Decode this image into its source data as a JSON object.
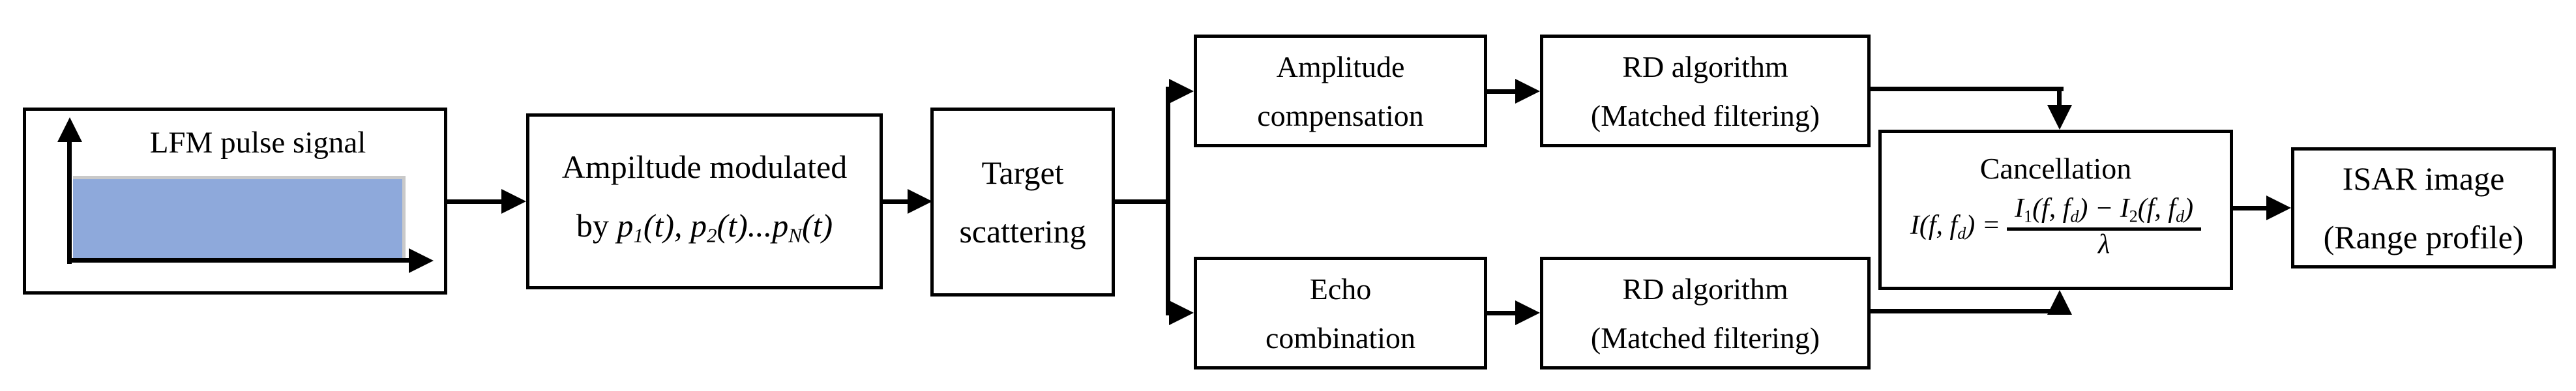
{
  "colors": {
    "line": "#000000",
    "pulse_fill": "#8EA9DB",
    "pulse_edge": "#C9C9C9"
  },
  "boxes": {
    "lfm": {
      "label": "LFM pulse signal"
    },
    "modulated": {
      "line1": "Ampiltude modulated",
      "m_by": "by ",
      "m_p1": "p",
      "m_s1": "1",
      "m_t1": "(t), ",
      "m_p2": "p",
      "m_s2": "2",
      "m_t2": "(t)...",
      "m_p3": "p",
      "m_s3": "N",
      "m_t3": "(t)"
    },
    "target": {
      "line1": "Target",
      "line2": "scattering"
    },
    "amplitude_compensation": {
      "line1": "Amplitude",
      "line2": "compensation"
    },
    "rd_algorithm_top": {
      "line1": "RD algorithm",
      "line2": "(Matched filtering)"
    },
    "echo_combination": {
      "line1": "Echo",
      "line2": "combination"
    },
    "rd_algorithm_bottom": {
      "line1": "RD algorithm",
      "line2": "(Matched filtering)"
    },
    "cancellation": {
      "title": "Cancellation",
      "formula": {
        "lhs_main": "I(f, f",
        "lhs_sub": "d",
        "lhs_eq": ") = ",
        "n1_I": "I",
        "n1_s": "1",
        "n1_args": "(f, f",
        "n1_d": "d",
        "n1_close": ") − ",
        "n2_I": "I",
        "n2_s": "2",
        "n2_args": "(f, f",
        "n2_d": "d",
        "n2_close": ")",
        "den": "λ"
      }
    },
    "isar": {
      "line1": "ISAR image",
      "line2": "(Range profile)"
    }
  }
}
